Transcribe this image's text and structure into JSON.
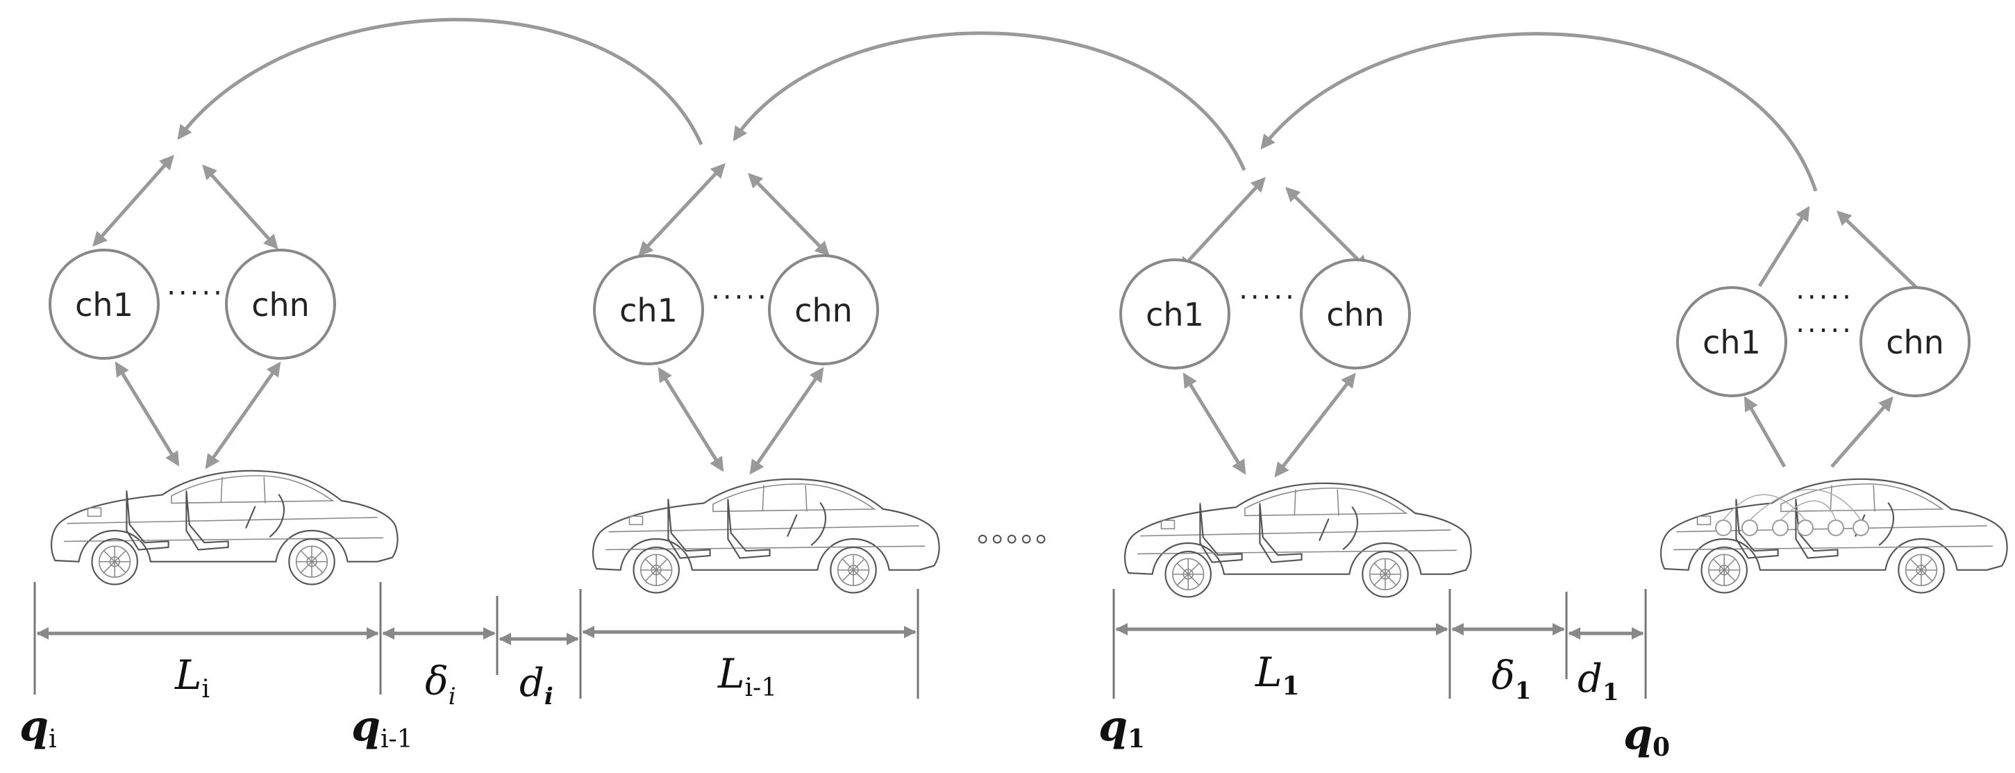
{
  "groups": [
    {
      "node_left": "ch1",
      "dots": ".....",
      "node_right": "chn"
    },
    {
      "node_left": "ch1",
      "dots": ".....",
      "node_right": "chn"
    },
    {
      "node_left": "ch1",
      "dots": ".....",
      "node_right": "chn"
    },
    {
      "node_left": "ch1",
      "dots": ".....",
      "dots2": ".....",
      "node_right": "chn"
    }
  ],
  "between_cars": "。。。。。",
  "labels": {
    "L_i": {
      "main": "L",
      "sub": "i"
    },
    "delta_i": {
      "main": "δ",
      "sub": "i"
    },
    "d_i": {
      "main": "d",
      "sub": "i"
    },
    "L_i_minus_1": {
      "main": "L",
      "sub": "i-1"
    },
    "L_1": {
      "main": "L",
      "sub": "1"
    },
    "delta_1": {
      "main": "δ",
      "sub": "1"
    },
    "d_1": {
      "main": "d",
      "sub": "1"
    },
    "q_i": {
      "main": "q",
      "sub": "i"
    },
    "q_i_minus_1": {
      "main": "q",
      "sub": "i-1"
    },
    "q_1": {
      "main": "q",
      "sub": "1"
    },
    "q_0": {
      "main": "q",
      "sub": "0"
    }
  },
  "colors": {
    "arrow": "#999999",
    "node_stroke": "#888888",
    "car": "#555555",
    "dim_line": "#777777"
  }
}
